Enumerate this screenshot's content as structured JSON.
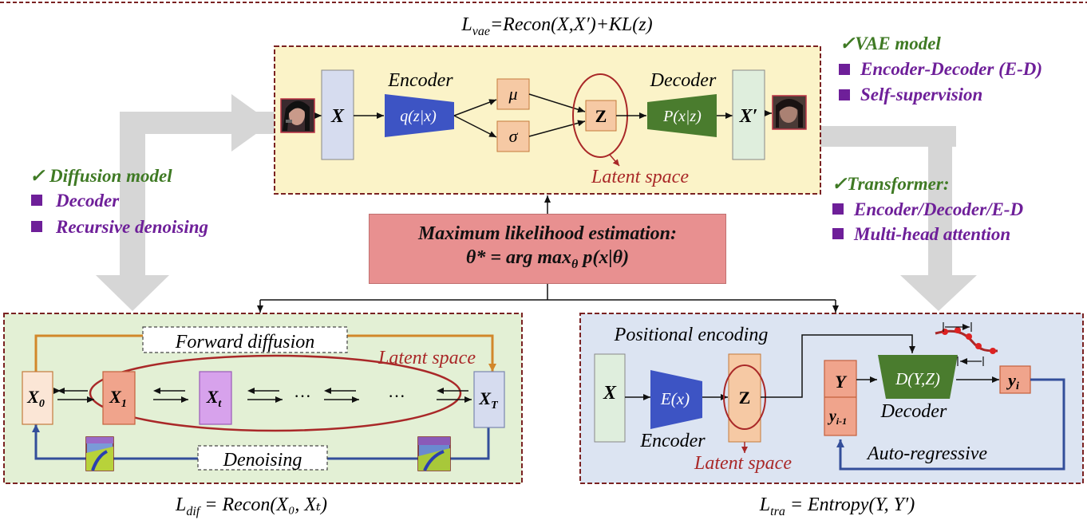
{
  "vae": {
    "loss": "L_vae=Recon(X,X')+KL(z)",
    "loss_main": "L",
    "loss_sub": "vae",
    "loss_rest": "=Recon(X,X′)+KL(z)",
    "encoder_label": "Encoder",
    "encoder_fn": "q(z|x)",
    "mu": "μ",
    "sigma": "σ",
    "z": "Z",
    "decoder_label": "Decoder",
    "decoder_fn": "P(x|z)",
    "x": "X",
    "x_prime": "X′",
    "latent": "Latent space"
  },
  "vae_bullets": {
    "check": "✓VAE model",
    "items": [
      "Encoder-Decoder (E-D)",
      "Self-supervision"
    ]
  },
  "diffusion_bullets": {
    "check": "✓  Diffusion model",
    "items": [
      "Decoder",
      "Recursive denoising"
    ]
  },
  "transformer_bullets": {
    "check": "✓Transformer:",
    "items": [
      "Encoder/Decoder/E-D",
      "Multi-head attention"
    ]
  },
  "mle": {
    "title": "Maximum likelihood estimation:",
    "formula_lhs": "θ* = arg max",
    "formula_sub": "θ",
    "formula_rhs": " p(x|θ)"
  },
  "diffusion": {
    "forward": "Forward diffusion",
    "latent": "Latent space",
    "denoising": "Denoising",
    "x0": "X",
    "x0_sub": "0",
    "x1": "X",
    "x1_sub": "1",
    "xt": "X",
    "xt_sub": "t",
    "xT": "X",
    "xT_sub": "T",
    "dots": "···",
    "loss_main": "L",
    "loss_sub": "dif",
    "loss_rest": " = Recon(X₀, Xₜ)"
  },
  "transformer": {
    "positional": "Positional encoding",
    "x": "X",
    "ex": "E(x)",
    "encoder": "Encoder",
    "z": "Z",
    "latent": "Latent space",
    "y": "Y",
    "yi1": "y",
    "yi1_sub": "i-1",
    "dyz": "D(Y,Z)",
    "decoder": "Decoder",
    "yi": "y",
    "yi_sub": "i",
    "auto": "Auto-regressive",
    "loss_main": "L",
    "loss_sub": "tra",
    "loss_rest": " = Entropy(Y, Y′)"
  },
  "colors": {
    "vae_bg": "#fbf3c8",
    "diff_bg": "#e3f0d5",
    "tra_bg": "#dce4f2",
    "frame": "#7a2222",
    "orange_box": "#f6c9a4",
    "blue_trap": "#3d54c4",
    "green_trap": "#4a7c2e",
    "salmon": "#f0a48c",
    "violet": "#d7a2ec",
    "lav": "#d6dcef",
    "mint": "#dfeedd",
    "red_ellipse": "#a92828",
    "orange_arrow": "#d2872a",
    "navy_arrow": "#334e9a",
    "check_green": "#3f7a24",
    "bullet_purple": "#6e1f99",
    "gray_arrow": "#d6d6d6"
  }
}
